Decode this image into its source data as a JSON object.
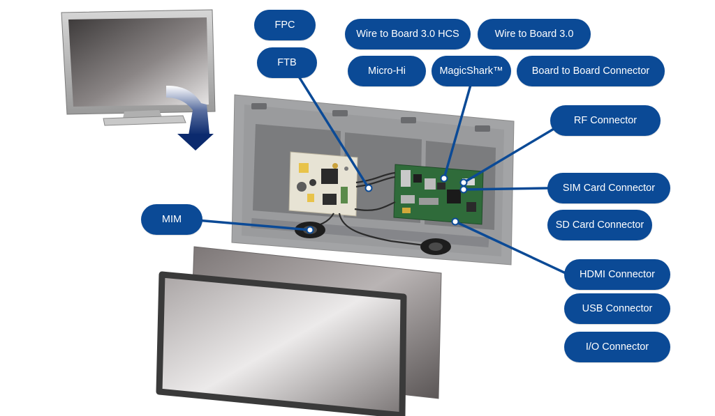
{
  "connectors": {
    "fpc": "FPC",
    "ftb": "FTB",
    "wtb_hcs": "Wire to Board 3.0 HCS",
    "wtb": "Wire to Board 3.0",
    "micro_hi": "Micro-Hi",
    "magicshark": "MagicShark™",
    "btb": "Board to Board Connector",
    "rf": "RF Connector",
    "sim": "SIM Card Connector",
    "sd": "SD Card Connector",
    "mim": "MIM",
    "hdmi": "HDMI Connector",
    "usb": "USB Connector",
    "io": "I/O Connector"
  },
  "colors": {
    "pill": "#0b4a96",
    "leader": "#0b4a96",
    "arrow": "#0b2a6e",
    "chassis": "#9a9b9d",
    "pcb": "#2f6b3a"
  }
}
